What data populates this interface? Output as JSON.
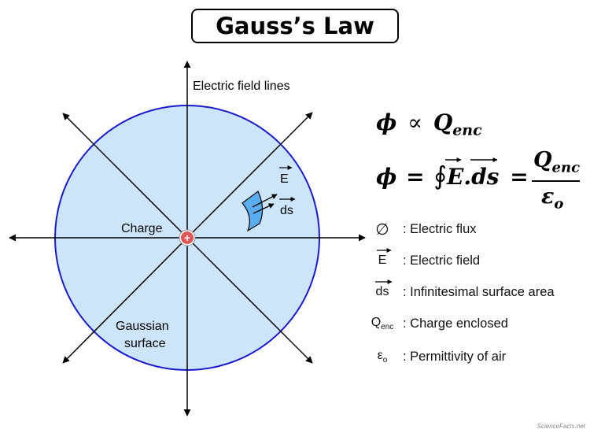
{
  "title": "Gauss’s Law",
  "labels": {
    "field_lines": "Electric field lines",
    "charge": "Charge",
    "charge_sign": "+",
    "gaussian_surface_line1": "Gaussian",
    "gaussian_surface_line2": "surface",
    "E": "E",
    "ds": "ds"
  },
  "equations": {
    "phi": "ϕ",
    "proportional": "∝",
    "Q": "Q",
    "enc": "enc",
    "equals": "=",
    "integral": "∮",
    "E_vec": "E",
    "dot": ".",
    "ds_vec": "ds",
    "epsilon": "ε",
    "o": "o"
  },
  "legend": [
    {
      "symbol": "∅",
      "desc": ": Electric flux"
    },
    {
      "symbol": "E",
      "desc": ": Electric field"
    },
    {
      "symbol": "ds",
      "desc": ": Infinitesimal surface area"
    },
    {
      "symbol": "Q",
      "sub": "enc",
      "desc": ": Charge enclosed"
    },
    {
      "symbol": "ε",
      "sub": "o",
      "desc": ": Permittivity of air"
    }
  ],
  "watermark": "ScienceFacts.net",
  "colors": {
    "surface_fill": "#cce5fa",
    "surface_stroke": "#1a1acc",
    "charge_fill": "#e05555",
    "patch_fill": "#5aaef0",
    "lines": "#000000"
  }
}
